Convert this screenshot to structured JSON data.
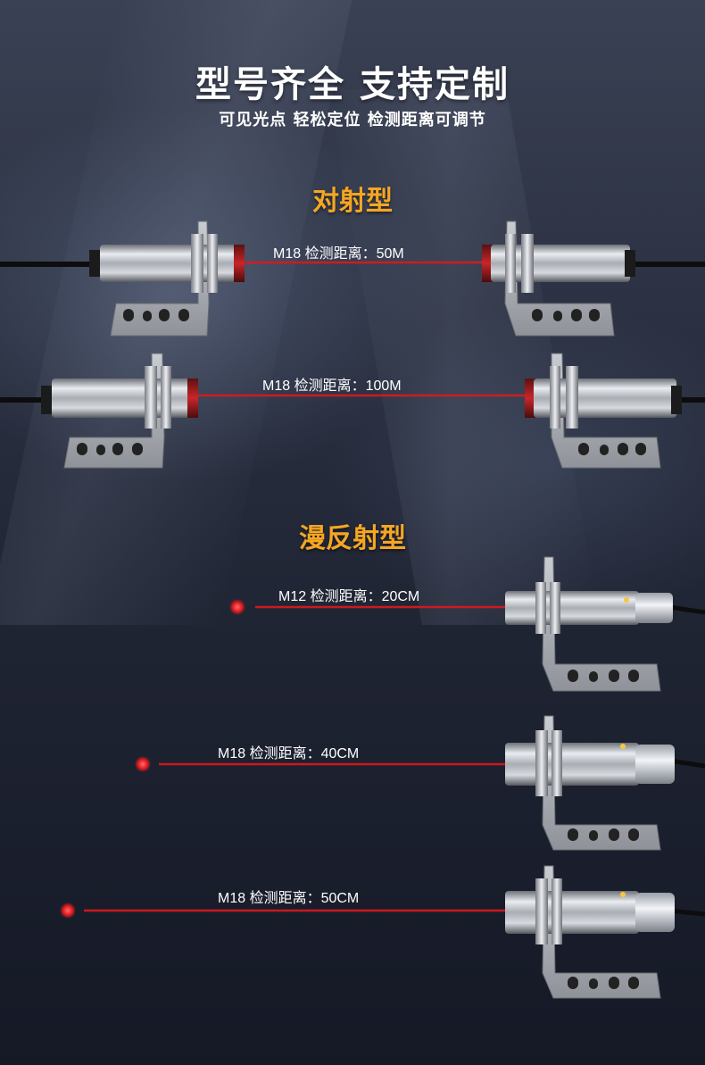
{
  "header": {
    "title": "型号齐全  支持定制",
    "subtitle": "可见光点 轻松定位  检测距离可调节"
  },
  "sections": {
    "through_beam": {
      "title": "对射型",
      "items": [
        {
          "label": "M18 检测距离：50M"
        },
        {
          "label": "M18 检测距离：100M"
        }
      ]
    },
    "diffuse": {
      "title": "漫反射型",
      "items": [
        {
          "label": "M12  检测距离：20CM"
        },
        {
          "label": "M18  检测距离：40CM"
        },
        {
          "label": "M18  检测距离：50CM"
        }
      ]
    }
  },
  "colors": {
    "accent": "#f5a623",
    "laser": "#e0181c",
    "text": "#ffffff"
  }
}
